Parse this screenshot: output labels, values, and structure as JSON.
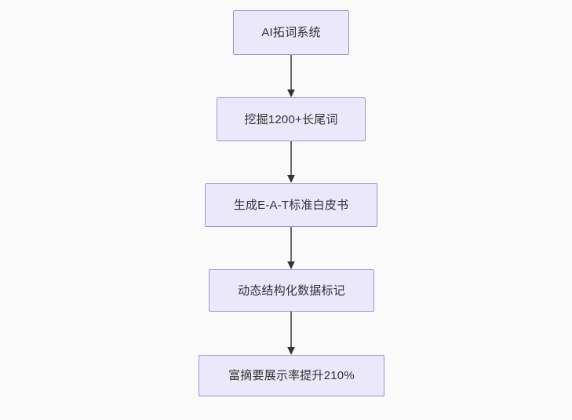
{
  "diagram": {
    "type": "flowchart",
    "direction": "top-to-bottom",
    "background_color": "#fafafa",
    "node_fill_color": "#ebe8fb",
    "node_border_color": "#a98fd6",
    "node_text_color": "#333333",
    "edge_color": "#6b6b70",
    "arrowhead_color": "#333338",
    "nodes": [
      {
        "id": "n1",
        "label": "AI拓词系统"
      },
      {
        "id": "n2",
        "label": "挖掘1200+长尾词"
      },
      {
        "id": "n3",
        "label": "生成E-A-T标准白皮书"
      },
      {
        "id": "n4",
        "label": "动态结构化数据标记"
      },
      {
        "id": "n5",
        "label": "富摘要展示率提升210%"
      }
    ],
    "edges": [
      {
        "from": "n1",
        "to": "n2",
        "label": ""
      },
      {
        "from": "n2",
        "to": "n3",
        "label": ""
      },
      {
        "from": "n3",
        "to": "n4",
        "label": ""
      },
      {
        "from": "n4",
        "to": "n5",
        "label": ""
      }
    ]
  }
}
